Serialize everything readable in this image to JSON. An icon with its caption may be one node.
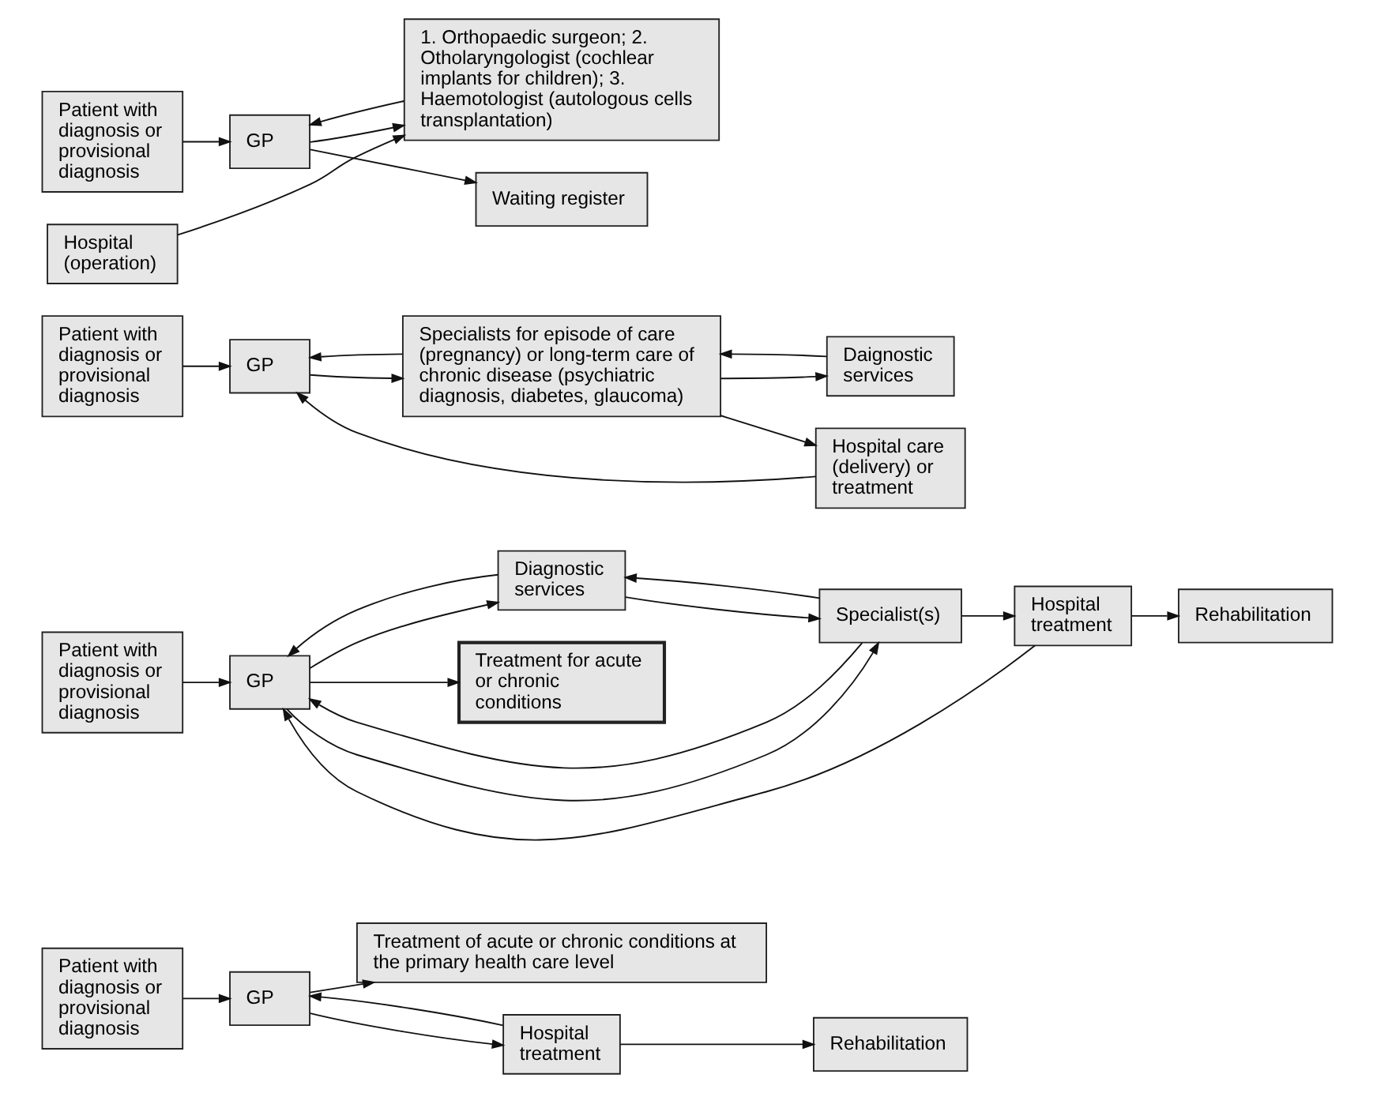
{
  "diagram": {
    "nodes": [
      {
        "text": [
          "Patient with diagnosis or provisional diagnosis"
        ]
      },
      {
        "text": [
          "GP"
        ]
      },
      {
        "text": [
          "Treatment of acute or chronic conditions at the primary health care level"
        ]
      },
      {
        "text": [
          "Hospital treatment"
        ]
      },
      {
        "text": [
          "Rehabilitation"
        ]
      },
      {
        "text": [
          "Patient with diagnosis or provisional diagnosis"
        ]
      },
      {
        "text": [
          "GP"
        ]
      },
      {
        "text": [
          "Diagnostic services"
        ]
      },
      {
        "text": [
          "Treatment for acute or chronic conditions"
        ]
      },
      {
        "text": [
          "Specialist(s)"
        ]
      },
      {
        "text": [
          "Hospital treatment"
        ]
      },
      {
        "text": [
          "Rehabilitation"
        ]
      },
      {
        "text": [
          "Patient with diagnosis or provisional diagnosis"
        ]
      },
      {
        "text": [
          "GP"
        ]
      },
      {
        "text": [
          "Specialists for episode of care (pregnancy) or long-term care of chronic disease (psychiatric diagnosis, diabetes, glaucoma)"
        ]
      },
      {
        "text": [
          "Daignostic services"
        ]
      },
      {
        "text": [
          "Hospital care (delivery) or treatment"
        ]
      },
      {
        "text": [
          "Patient with diagnosis or provisional diagnosis"
        ]
      },
      {
        "text": [
          "GP"
        ]
      },
      {
        "text": [
          "1. Orthopaedic surgeon; 2. Otholaryngologist (cochlear implants for children); 3. Haemotologist (autologous cells transplantation)"
        ]
      },
      {
        "text": [
          "Hospital (operation)"
        ]
      },
      {
        "text": [
          "Waiting register"
        ]
      }
    ],
    "edges": [
      {
        "from": 0,
        "to": 1,
        "arrow": "to"
      },
      {
        "from": 1,
        "to": 2,
        "arrow": "to"
      },
      {
        "from": 1,
        "to": 3,
        "arrow": "to"
      },
      {
        "from": 3,
        "to": 1,
        "arrow": "to"
      },
      {
        "from": 3,
        "to": 4,
        "arrow": "to"
      },
      {
        "from": 5,
        "to": 6,
        "arrow": "to"
      },
      {
        "from": 6,
        "to": 7,
        "arrow": "to"
      },
      {
        "from": 7,
        "to": 6,
        "arrow": "to"
      },
      {
        "from": 6,
        "to": 8,
        "arrow": "to"
      },
      {
        "from": 9,
        "to": 7,
        "arrow": "to"
      },
      {
        "from": 7,
        "to": 9,
        "arrow": "to"
      },
      {
        "from": 6,
        "to": 9,
        "arrow": "to"
      },
      {
        "from": 9,
        "to": 6,
        "arrow": "to"
      },
      {
        "from": 9,
        "to": 10,
        "arrow": "to"
      },
      {
        "from": 10,
        "to": 11,
        "arrow": "to"
      },
      {
        "from": 10,
        "to": 6,
        "arrow": "to"
      },
      {
        "from": 12,
        "to": 13,
        "arrow": "to"
      },
      {
        "from": 13,
        "to": 14,
        "arrow": "to"
      },
      {
        "from": 14,
        "to": 13,
        "arrow": "to"
      },
      {
        "from": 14,
        "to": 15,
        "arrow": "to"
      },
      {
        "from": 15,
        "to": 14,
        "arrow": "to"
      },
      {
        "from": 14,
        "to": 16,
        "arrow": "to"
      },
      {
        "from": 16,
        "to": 13,
        "arrow": "to"
      },
      {
        "from": 17,
        "to": 18,
        "arrow": "to"
      },
      {
        "from": 18,
        "to": 19,
        "arrow": "to"
      },
      {
        "from": 19,
        "to": 18,
        "arrow": "to"
      },
      {
        "from": 20,
        "to": 19,
        "arrow": "to"
      },
      {
        "from": 18,
        "to": 21,
        "arrow": "to"
      }
    ]
  }
}
